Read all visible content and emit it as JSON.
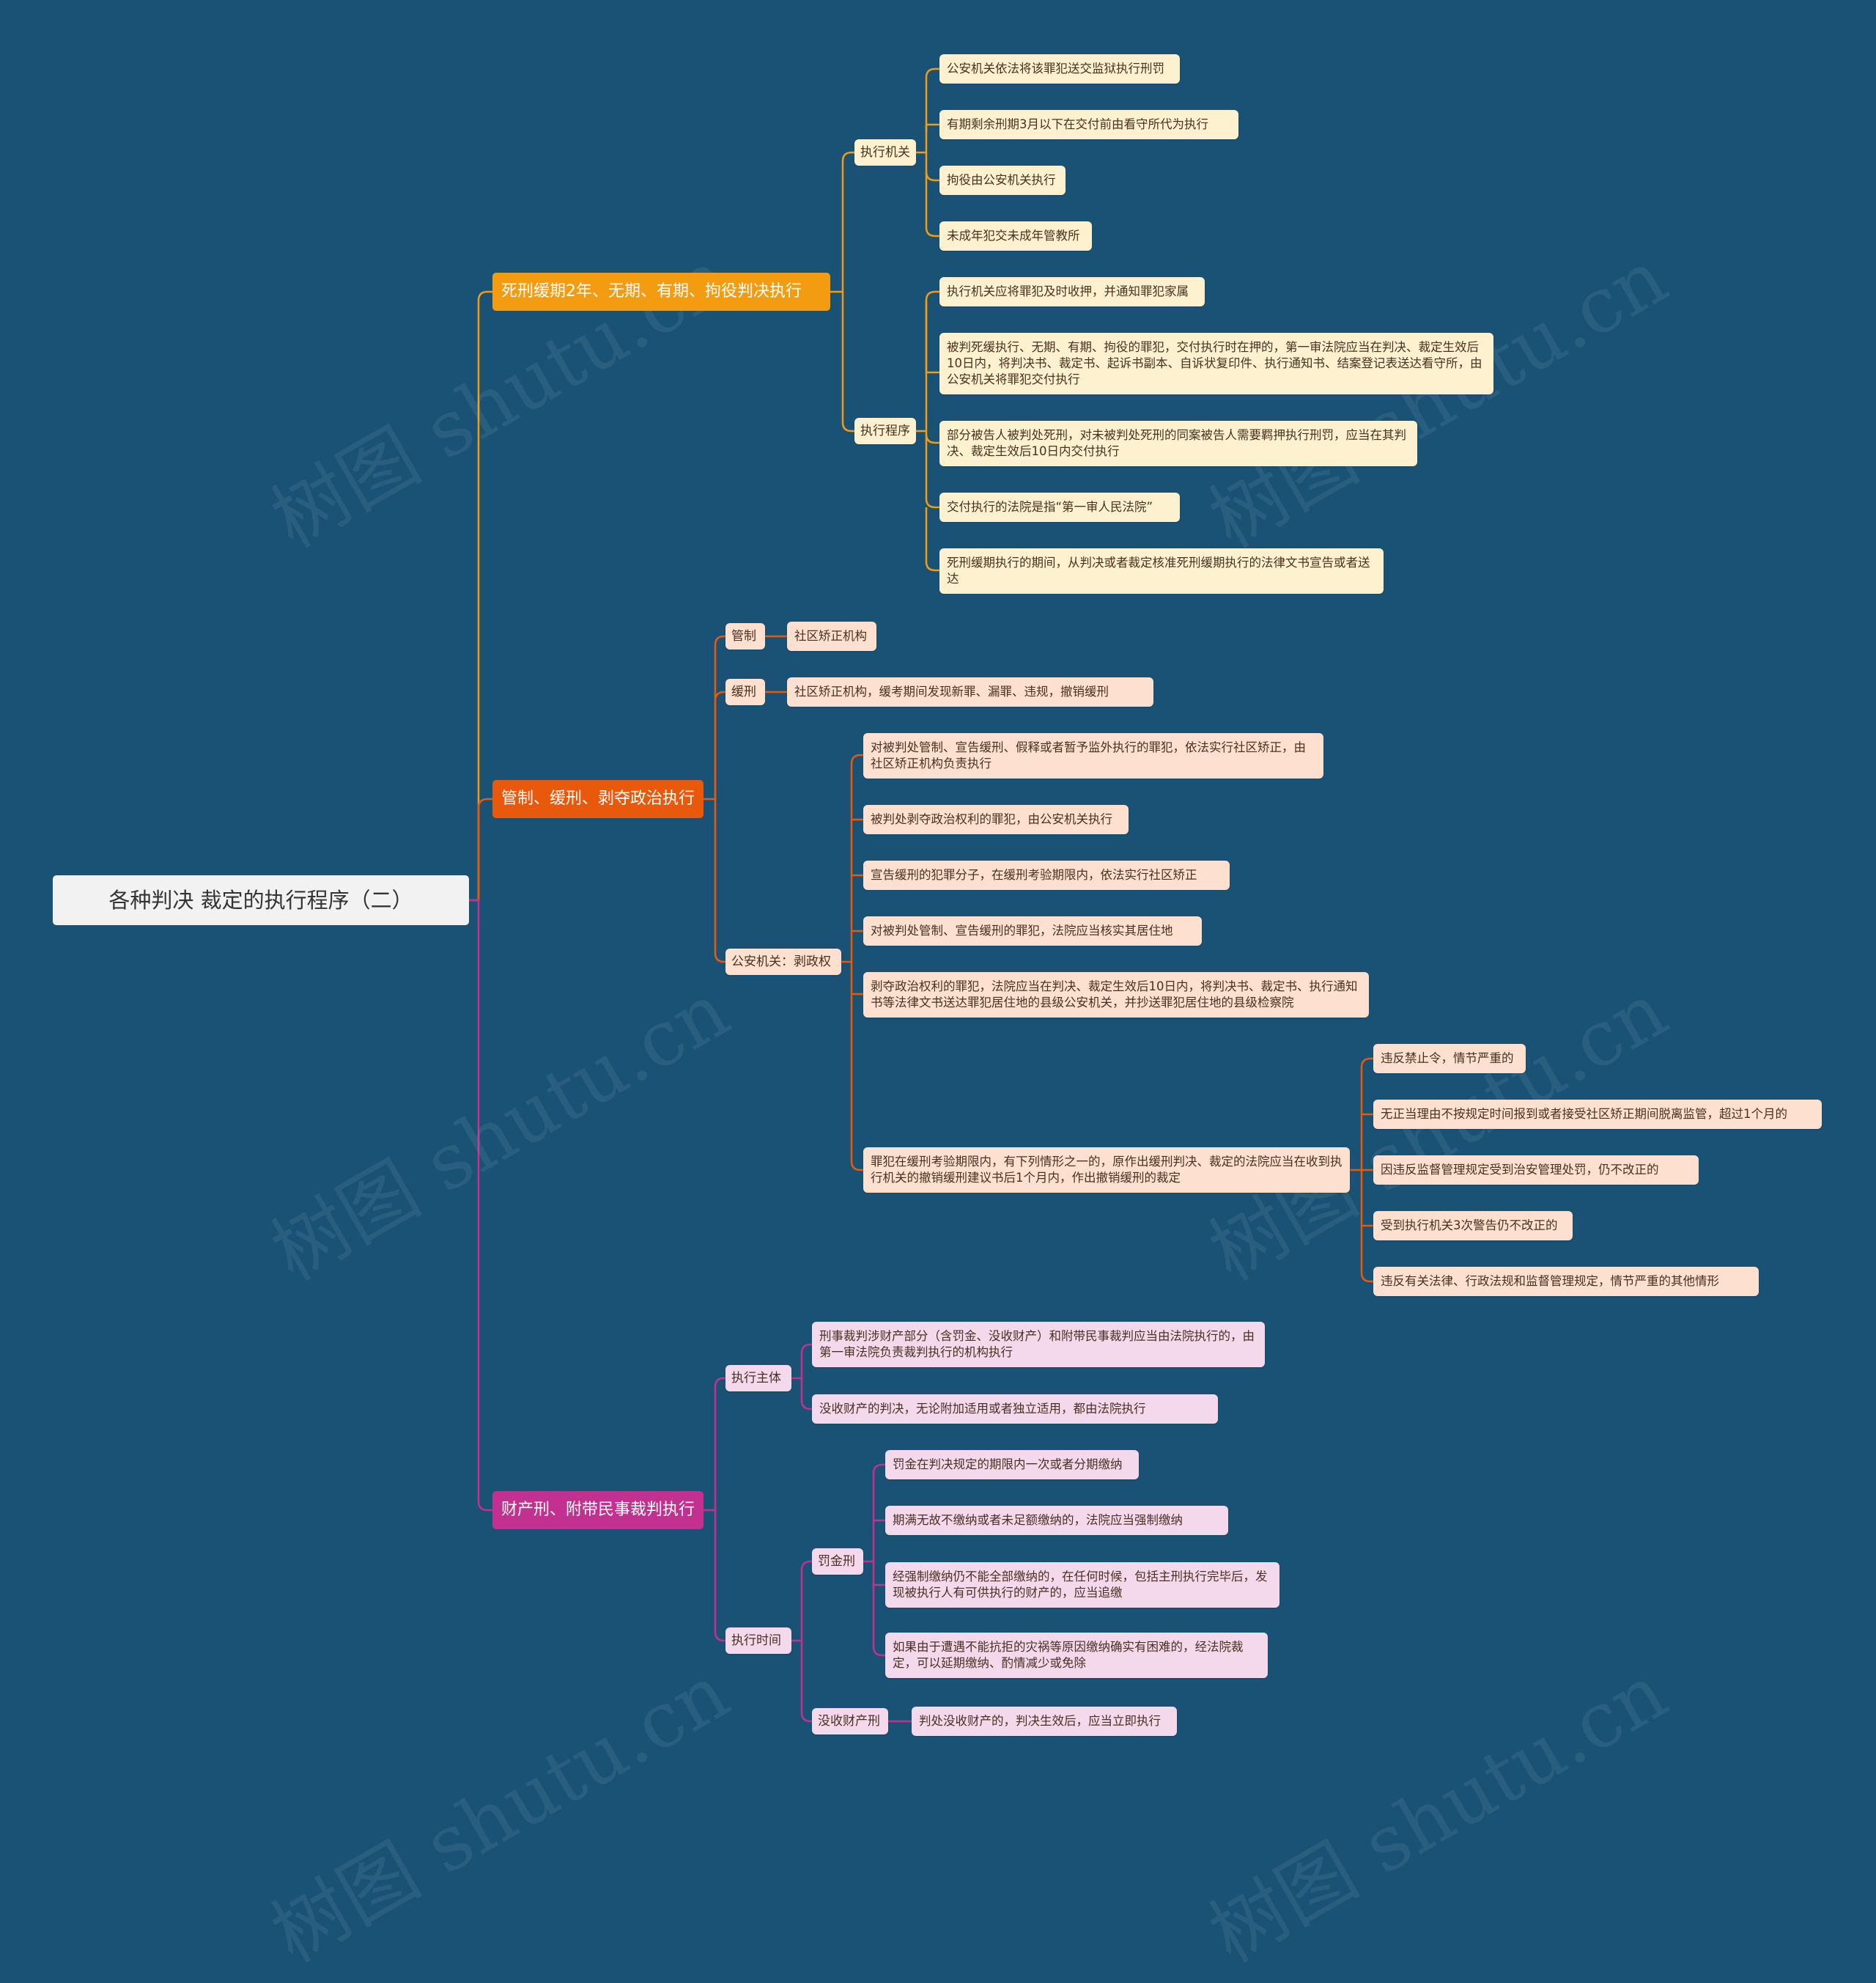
{
  "root": {
    "title": "各种判决  裁定的执行程序（二）"
  },
  "colors": {
    "background": "#1a5276",
    "branch_orange": "#f39c12",
    "branch_red": "#e8590c",
    "branch_magenta": "#c2318f",
    "leaf_yellow": "#fdf1d0",
    "leaf_peach": "#fde0cf",
    "leaf_pink": "#f4d9ec"
  },
  "watermark": {
    "text": "树图 shutu.cn"
  },
  "b1": {
    "title": "死刑缓期2年、无期、有期、拘役判决执行",
    "jg": {
      "label": "执行机关",
      "items": [
        "公安机关依法将该罪犯送交监狱执行刑罚",
        "有期剩余刑期3月以下在交付前由看守所代为执行",
        "拘役由公安机关执行",
        "未成年犯交未成年管教所"
      ]
    },
    "cx": {
      "label": "执行程序",
      "items": [
        "执行机关应将罪犯及时收押，并通知罪犯家属",
        "被判死缓执行、无期、有期、拘役的罪犯，交付执行时在押的，第一审法院应当在判决、裁定生效后10日内，将判决书、裁定书、起诉书副本、自诉状复印件、执行通知书、结案登记表送达看守所，由公安机关将罪犯交付执行",
        "部分被告人被判处死刑，对未被判处死刑的同案被告人需要羁押执行刑罚，应当在其判决、裁定生效后10日内交付执行",
        "交付执行的法院是指“第一审人民法院”",
        "死刑缓期执行的期间，从判决或者裁定核准死刑缓期执行的法律文书宣告或者送达"
      ]
    }
  },
  "b2": {
    "title": "管制、缓刑、剥夺政治执行",
    "gz": {
      "label": "管制",
      "item": "社区矫正机构"
    },
    "hx": {
      "label": "缓刑",
      "item": "社区矫正机构，缓考期间发现新罪、漏罪、违规，撤销缓刑"
    },
    "ga": {
      "label": "公安机关：剥政权",
      "items": [
        "对被判处管制、宣告缓刑、假释或者暂予监外执行的罪犯，依法实行社区矫正，由社区矫正机构负责执行",
        "被判处剥夺政治权利的罪犯，由公安机关执行",
        "宣告缓刑的犯罪分子，在缓刑考验期限内，依法实行社区矫正",
        "对被判处管制、宣告缓刑的罪犯，法院应当核实其居住地",
        "剥夺政治权利的罪犯，法院应当在判决、裁定生效后10日内，将判决书、裁定书、执行通知书等法律文书送达罪犯居住地的县级公安机关，并抄送罪犯居住地的县级检察院",
        "罪犯在缓刑考验期限内，有下列情形之一的，原作出缓刑判决、裁定的法院应当在收到执行机关的撤销缓刑建议书后1个月内，作出撤销缓刑的裁定"
      ],
      "sub": [
        "违反禁止令，情节严重的",
        "无正当理由不按规定时间报到或者接受社区矫正期间脱离监管，超过1个月的",
        "因违反监督管理规定受到治安管理处罚，仍不改正的",
        "受到执行机关3次警告仍不改正的",
        "违反有关法律、行政法规和监督管理规定，情节严重的其他情形"
      ]
    }
  },
  "b3": {
    "title": "财产刑、附带民事裁判执行",
    "zt": {
      "label": "执行主体",
      "items": [
        "刑事裁判涉财产部分（含罚金、没收财产）和附带民事裁判应当由法院执行的，由第一审法院负责裁判执行的机构执行",
        "没收财产的判决，无论附加适用或者独立适用，都由法院执行"
      ]
    },
    "sj": {
      "label": "执行时间",
      "fj": {
        "label": "罚金刑",
        "items": [
          "罚金在判决规定的期限内一次或者分期缴纳",
          "期满无故不缴纳或者未足额缴纳的，法院应当强制缴纳",
          "经强制缴纳仍不能全部缴纳的，在任何时候，包括主刑执行完毕后，发现被执行人有可供执行的财产的，应当追缴",
          "如果由于遭遇不能抗拒的灾祸等原因缴纳确实有困难的，经法院裁定，可以延期缴纳、酌情减少或免除"
        ]
      },
      "ms": {
        "label": "没收财产刑",
        "item": "判处没收财产的，判决生效后，应当立即执行"
      }
    }
  }
}
